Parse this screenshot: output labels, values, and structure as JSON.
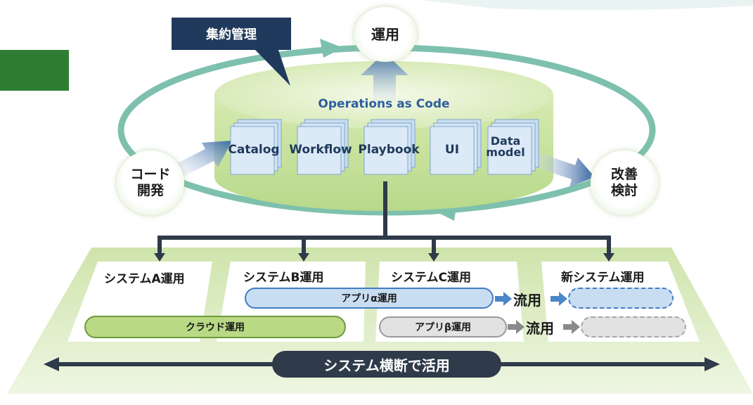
{
  "core": {
    "title": "Operations as Code",
    "docs": [
      "Catalog",
      "Workflow",
      "Playbook",
      "UI",
      "Data\nmodel"
    ]
  },
  "nodes": {
    "top": "運用",
    "left_line1": "コード",
    "left_line2": "開発",
    "right_line1": "改善",
    "right_line2": "検討"
  },
  "callout": "集約管理",
  "systems": {
    "a": "システムA運用",
    "b": "システムB運用",
    "c": "システムC運用",
    "new": "新システム運用"
  },
  "bars": {
    "alpha": "アプリα運用",
    "beta": "アプリβ運用",
    "cloud": "クラウド運用",
    "reuse1": "流用",
    "reuse2": "流用"
  },
  "bottom_banner": "システム横断で活用",
  "colors": {
    "ring": "#7ec0ae",
    "cylinder": "#c9e29e",
    "platform": "#d3e7b2",
    "callout_bg": "#1f3a5c",
    "green_block": "#2e7d32",
    "alpha_fill": "#c9ddf2",
    "alpha_stroke": "#3f7cc4",
    "beta_fill": "#e2e2e2",
    "cloud_fill": "#b9d985",
    "banner_bg": "#2f3a4a"
  }
}
